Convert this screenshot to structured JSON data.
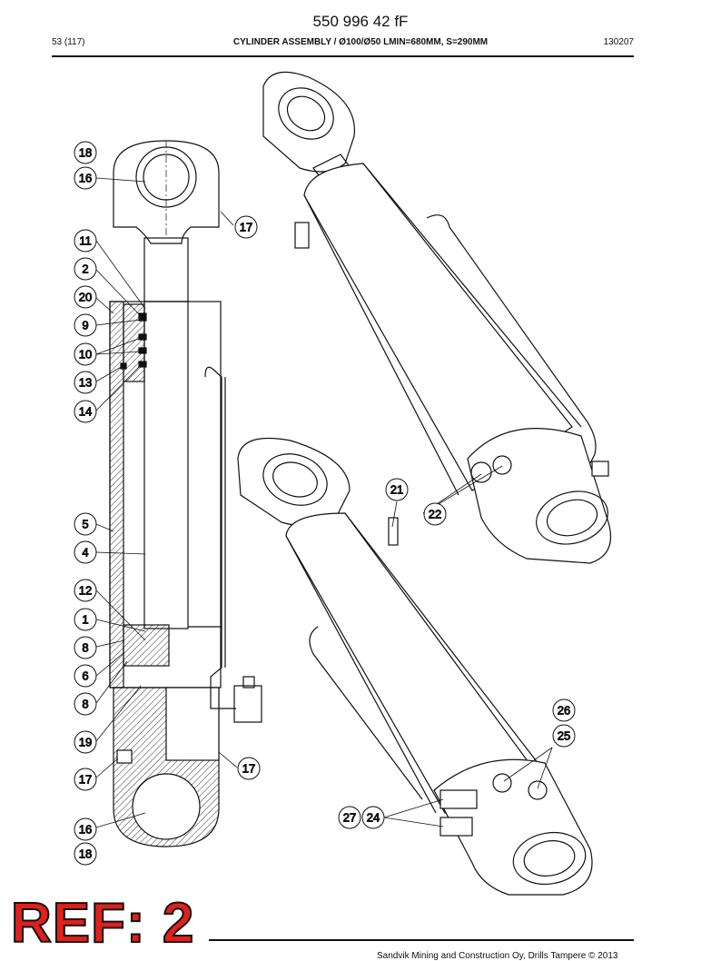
{
  "header": {
    "doc_number": "550 996 42 fF",
    "page": "53 (117)",
    "title": "CYLINDER ASSEMBLY / Ø100/Ø50 LMIN=680MM, S=290MM",
    "date": "130207"
  },
  "balloons": [
    "18",
    "16",
    "17",
    "11",
    "2",
    "20",
    "9",
    "10",
    "13",
    "14",
    "5",
    "4",
    "12",
    "1",
    "8",
    "6",
    "8",
    "19",
    "17",
    "16",
    "18",
    "17",
    "21",
    "22",
    "26",
    "25",
    "27",
    "24"
  ],
  "stamp": "REF: 2",
  "footer": {
    "copyright": "Sandvik Mining and Construction Oy, Drills Tampere © 2013"
  }
}
